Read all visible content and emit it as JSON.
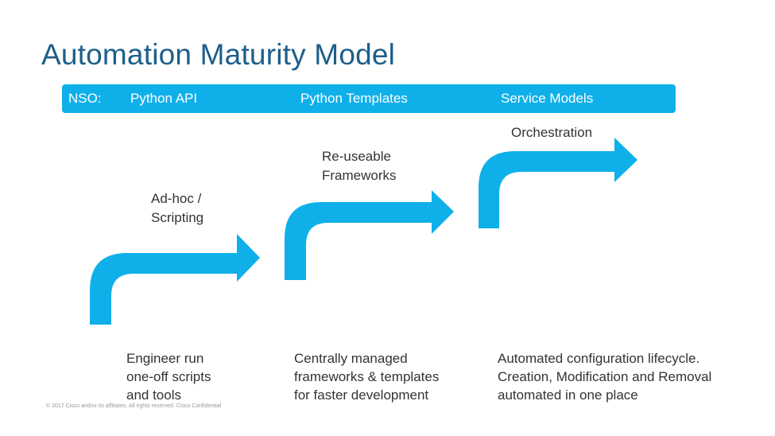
{
  "title": "Automation Maturity Model",
  "nso_bar": {
    "prefix": "NSO:",
    "items": [
      "Python API",
      "Python Templates",
      "Service Models"
    ]
  },
  "stages": [
    {
      "label": "Ad-hoc /\nScripting",
      "description": "Engineer run\none-off scripts\nand tools"
    },
    {
      "label": "Re-useable\nFrameworks",
      "description": "Centrally managed\nframeworks & templates\nfor faster development"
    },
    {
      "label": "Orchestration",
      "description": "Automated configuration lifecycle.\nCreation, Modification and Removal\nautomated in one place"
    }
  ],
  "footer": "© 2017  Cisco and/or its affiliates. All rights reserved.   Cisco Confidential",
  "colors": {
    "accent": "#0fb0ea",
    "title": "#1d5f8a",
    "text": "#333333"
  }
}
